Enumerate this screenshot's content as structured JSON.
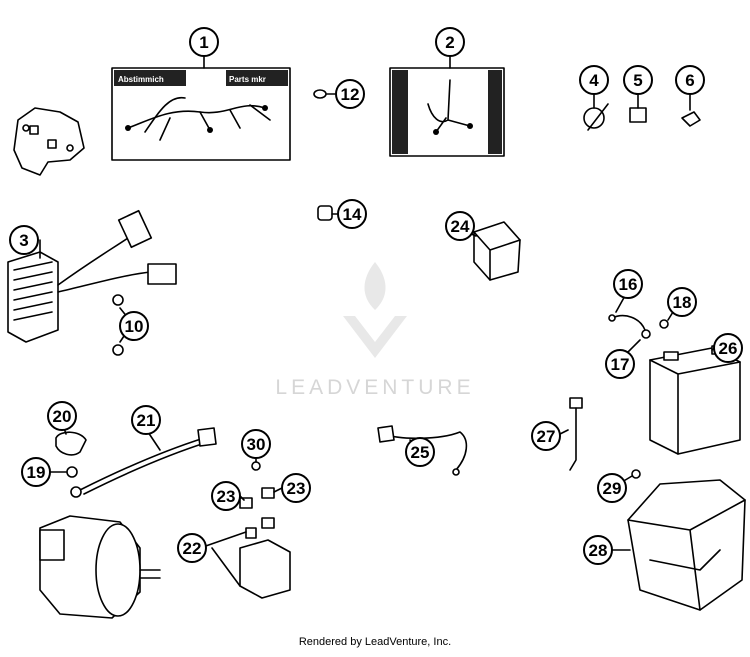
{
  "diagram": {
    "callouts": [
      {
        "n": "1"
      },
      {
        "n": "2"
      },
      {
        "n": "3"
      },
      {
        "n": "4"
      },
      {
        "n": "5"
      },
      {
        "n": "6"
      },
      {
        "n": "10"
      },
      {
        "n": "12"
      },
      {
        "n": "14"
      },
      {
        "n": "16"
      },
      {
        "n": "17"
      },
      {
        "n": "18"
      },
      {
        "n": "19"
      },
      {
        "n": "20"
      },
      {
        "n": "21"
      },
      {
        "n": "22"
      },
      {
        "n": "23"
      },
      {
        "n": "23"
      },
      {
        "n": "24"
      },
      {
        "n": "25"
      },
      {
        "n": "26"
      },
      {
        "n": "27"
      },
      {
        "n": "28"
      },
      {
        "n": "29"
      },
      {
        "n": "30"
      }
    ],
    "panel_labels": {
      "left": "Abstimmich",
      "right": "Parts mkr"
    },
    "watermark": "LEADVENTURE",
    "footer": "Rendered by LeadVenture, Inc."
  }
}
